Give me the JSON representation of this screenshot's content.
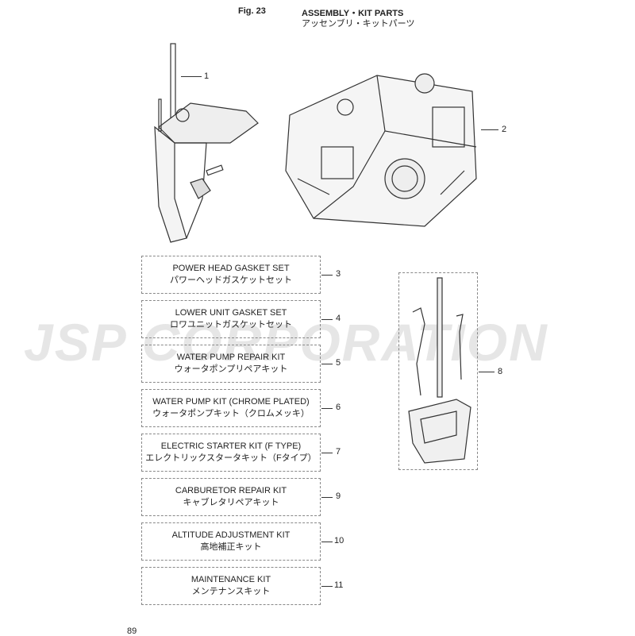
{
  "header": {
    "fig": "Fig. 23",
    "title_en": "ASSEMBLY・KIT PARTS",
    "title_ja": "アッセンブリ・キットパーツ"
  },
  "watermark": "JSP CORPORATION",
  "callouts": {
    "lower_unit": "1",
    "power_head": "2",
    "drive_shaft_kit": "8"
  },
  "kits": [
    {
      "num": "3",
      "en": "POWER HEAD GASKET SET",
      "ja": "パワーヘッドガスケットセット"
    },
    {
      "num": "4",
      "en": "LOWER UNIT GASKET SET",
      "ja": "ロワユニットガスケットセット"
    },
    {
      "num": "5",
      "en": "WATER PUMP REPAIR KIT",
      "ja": "ウォータポンプリペアキット"
    },
    {
      "num": "6",
      "en": "WATER PUMP KIT (CHROME PLATED)",
      "ja": "ウォータポンプキット（クロムメッキ）"
    },
    {
      "num": "7",
      "en": "ELECTRIC STARTER KIT (F TYPE)",
      "ja": "エレクトリックスタータキット（Fタイプ）"
    },
    {
      "num": "9",
      "en": "CARBURETOR REPAIR KIT",
      "ja": "キャブレタリペアキット"
    },
    {
      "num": "10",
      "en": "ALTITUDE ADJUSTMENT KIT",
      "ja": "高地補正キット"
    },
    {
      "num": "11",
      "en": "MAINTENANCE KIT",
      "ja": "メンテナンスキット"
    }
  ],
  "page_number": "89"
}
